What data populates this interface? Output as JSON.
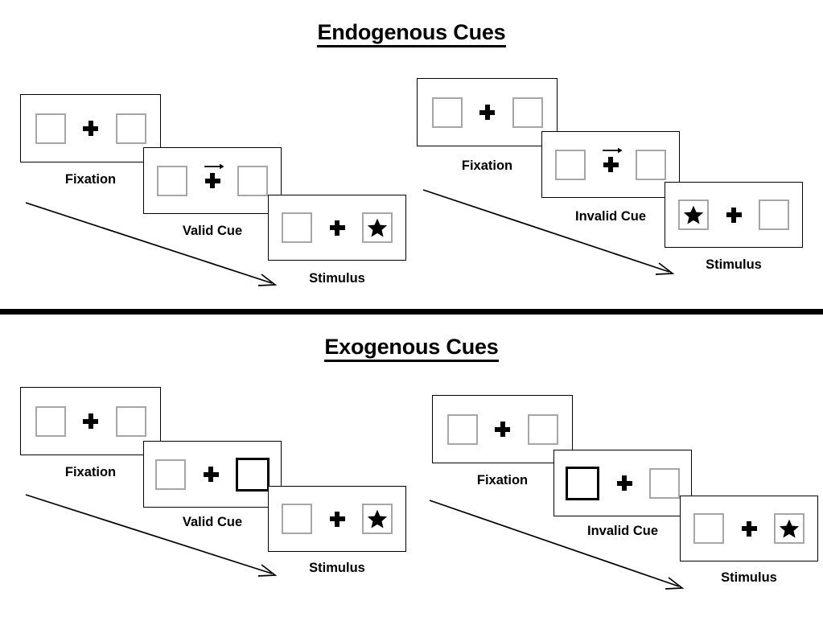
{
  "sections": [
    {
      "id": "endogenous",
      "title": "Endogenous Cues",
      "panels": [
        {
          "id": "endogenous-valid",
          "cue_type": "arrow",
          "cards": [
            {
              "label": "Fixation",
              "left_box": "empty",
              "right_box": "empty",
              "cue": "none"
            },
            {
              "label": "Valid Cue",
              "left_box": "empty",
              "right_box": "empty",
              "cue": "arrow-right"
            },
            {
              "label": "Stimulus",
              "left_box": "empty",
              "right_box": "star",
              "cue": "none"
            }
          ]
        },
        {
          "id": "endogenous-invalid",
          "cue_type": "arrow",
          "cards": [
            {
              "label": "Fixation",
              "left_box": "empty",
              "right_box": "empty",
              "cue": "none"
            },
            {
              "label": "Invalid Cue",
              "left_box": "empty",
              "right_box": "empty",
              "cue": "arrow-right"
            },
            {
              "label": "Stimulus",
              "left_box": "star",
              "right_box": "empty",
              "cue": "none"
            }
          ]
        }
      ]
    },
    {
      "id": "exogenous",
      "title": "Exogenous Cues",
      "panels": [
        {
          "id": "exogenous-valid",
          "cue_type": "box-highlight",
          "cards": [
            {
              "label": "Fixation",
              "left_box": "empty",
              "right_box": "empty",
              "cue": "none"
            },
            {
              "label": "Valid Cue",
              "left_box": "empty",
              "right_box": "cued",
              "cue": "none"
            },
            {
              "label": "Stimulus",
              "left_box": "empty",
              "right_box": "star",
              "cue": "none"
            }
          ]
        },
        {
          "id": "exogenous-invalid",
          "cue_type": "box-highlight",
          "cards": [
            {
              "label": "Fixation",
              "left_box": "empty",
              "right_box": "empty",
              "cue": "none"
            },
            {
              "label": "Invalid Cue",
              "left_box": "cued",
              "right_box": "empty",
              "cue": "none"
            },
            {
              "label": "Stimulus",
              "left_box": "empty",
              "right_box": "star",
              "cue": "none"
            }
          ]
        }
      ]
    }
  ],
  "colors": {
    "card_border": "#000000",
    "target_box_border": "#a6a6a6",
    "cued_box_border": "#000000",
    "symbol": "#000000",
    "divider": "#000000"
  }
}
